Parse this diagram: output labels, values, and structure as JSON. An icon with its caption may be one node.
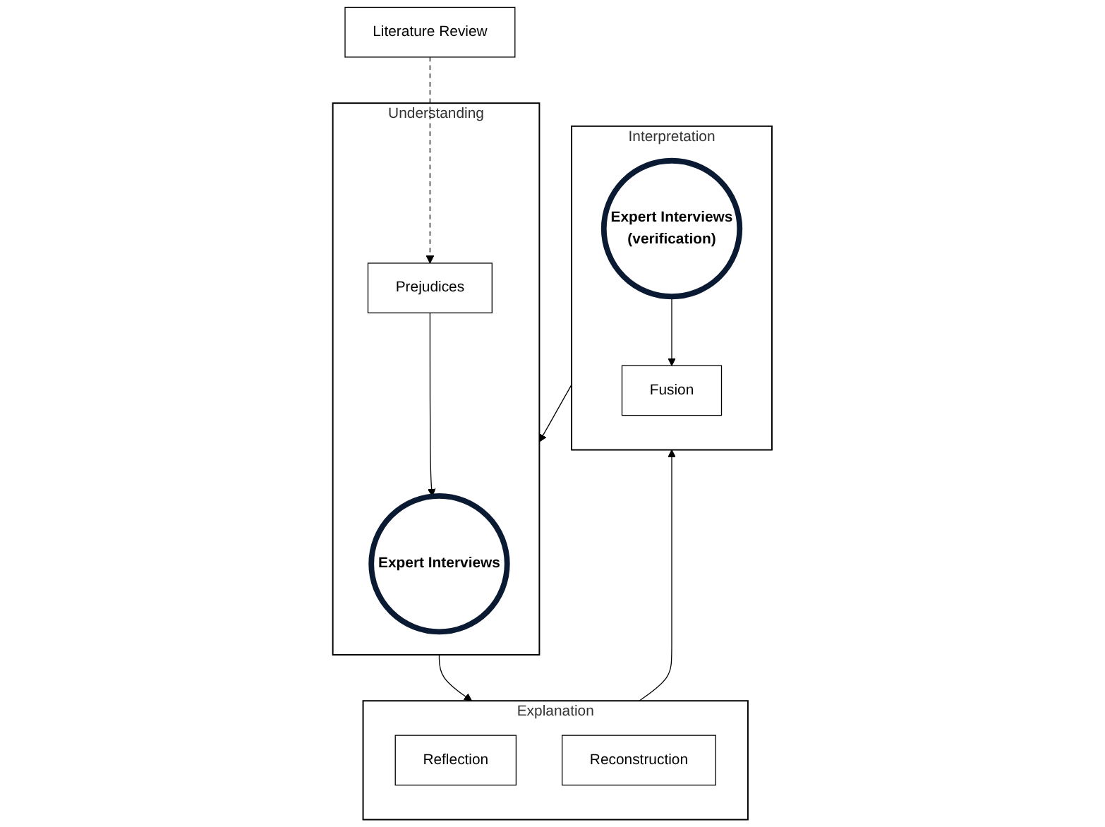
{
  "diagram": {
    "nodes": [
      {
        "text": [
          "Explanation"
        ]
      },
      {
        "text": [
          "Reflection"
        ],
        "in": 0
      },
      {
        "text": [
          "Reconstruction"
        ],
        "in": 0
      },
      {
        "text": [
          "Understanding"
        ]
      },
      {
        "text": [
          "Expert Interviews"
        ],
        "in": 3
      },
      {
        "text": [
          "Prejudices"
        ],
        "in": 3
      },
      {
        "text": [
          "Interpretation"
        ]
      },
      {
        "text": [
          "Expert Interviews",
          "(verification)"
        ],
        "in": 6
      },
      {
        "text": [
          "Fusion"
        ],
        "in": 6
      },
      {
        "text": [
          "Literature Review"
        ]
      }
    ],
    "edges": [
      {
        "from": 3,
        "to": 0,
        "arrow": "to"
      },
      {
        "from": 0,
        "to": 6,
        "arrow": "to"
      },
      {
        "from": 6,
        "to": 3,
        "arrow": "to"
      },
      {
        "from": 7,
        "to": 8,
        "arrow": "to"
      },
      {
        "from": 5,
        "to": 4,
        "arrow": "to"
      },
      {
        "from": 9,
        "to": 5,
        "arrow": "to",
        "style": "dashed"
      }
    ]
  }
}
